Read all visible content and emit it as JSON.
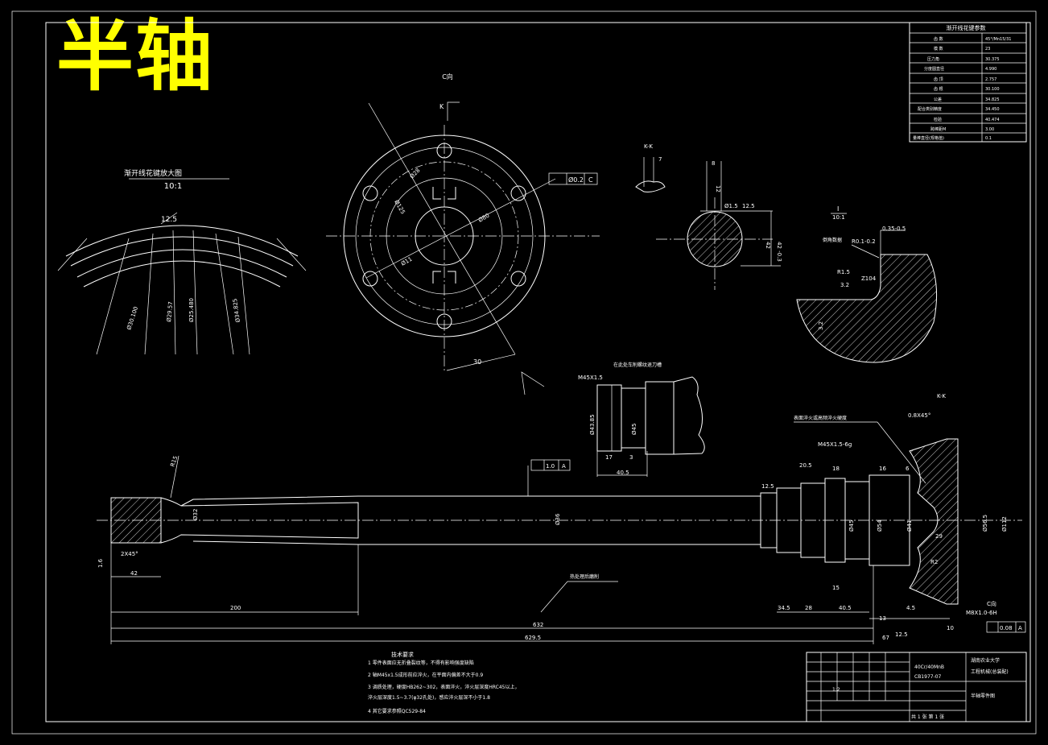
{
  "title": "半轴",
  "colors": {
    "background": "#000000",
    "lines": "#ffffff",
    "title": "#ffff00"
  },
  "views": {
    "spline_detail": {
      "title": "渐开线花键放大图",
      "scale": "10:1",
      "dim_top": "12.5",
      "dims": [
        "Ø30.100",
        "Ø29.57",
        "Ø25.480",
        "Ø34.825"
      ]
    },
    "flange_view": {
      "title": "C向",
      "label_k": "K",
      "tol": "Ø0.2",
      "tol_ref": "C",
      "dims": [
        "Ø28",
        "Ø125",
        "Ø80",
        "Ø11"
      ],
      "angle": "30"
    },
    "section_kk": {
      "title": "K-K",
      "dim": "7"
    },
    "key_section": {
      "dims": [
        "8",
        "12",
        "Ø1.5",
        "12.5",
        "42",
        "42 -0.3"
      ]
    },
    "detail_i": {
      "label": "I",
      "scale": "10:1",
      "dims": [
        "0.35-0.5",
        "R0.1-0.2",
        "R1.5",
        "3.2",
        "Z104",
        "3.2"
      ],
      "note": "倒角数据"
    },
    "thread_detail": {
      "label": "M45X1.5",
      "note": "在此处车削螺纹退刀槽",
      "dims": [
        "Ø45",
        "17",
        "3",
        "40.5",
        "Ø43.85"
      ]
    },
    "main": {
      "section_label": "K-K",
      "dims": [
        "R15",
        "1.6",
        "2X45°",
        "42",
        "200",
        "632",
        "629.5",
        "Ø32",
        "Ø36",
        "12.5",
        "20.5",
        "18",
        "16",
        "6",
        "40.5",
        "15",
        "28",
        "34.5",
        "4.5",
        "13",
        "67",
        "Ø56.5",
        "Ø112",
        "Ø54",
        "Ø45",
        "Ø41",
        "R2",
        "29",
        "12.5",
        "10"
      ],
      "gtol1": "1.0",
      "gtol1_ref": "A",
      "gtol2": "0.08",
      "gtol2_ref": "A",
      "callout_a": "M45X1.5-6g",
      "callout_b": "表面淬火或高频淬火硬度",
      "callout_c": "热处理后磨削",
      "callout_d": "C向",
      "callout_e": "M8X1.0-6H",
      "callout_f": "0.8X45°"
    }
  },
  "tech_req": {
    "heading": "技术要求",
    "items": [
      "1  零件表面应无折叠裂纹等，不得有影响强度缺陷",
      "2  轴M45x1.5成形前应淬火，在平面内偏差不大于0.9",
      "3  调质处理，硬度HB262~302，表面淬火，淬火层深度HRC45以上，",
      "    淬火层深度1.5~3.7(φ32孔处)，感应淬火层深不小于1.8",
      "4  其它要求参照QC529-84"
    ]
  },
  "spec_table": {
    "title": "渐开线花键参数",
    "rows": [
      [
        "齿  数",
        "45°/Mn15/31"
      ],
      [
        "模  数",
        "23"
      ],
      [
        "压力角",
        "30.375"
      ],
      [
        "分度圆直径",
        "4.990"
      ],
      [
        "齿  顶",
        "2.757"
      ],
      [
        "齿  根",
        "30.100"
      ],
      [
        "公差",
        "34.825"
      ],
      [
        "配合类别精度",
        "34.450"
      ],
      [
        "检验",
        "40.474"
      ],
      [
        "跨棒距M",
        "3.00"
      ],
      [
        "量棒直径(规格值)",
        "0.1"
      ]
    ]
  },
  "title_block": {
    "school": "湖南农业大学",
    "name": "工程机械(总装配)",
    "drawing_no": "CB1977-07",
    "mat": "40Cr/40MnB",
    "note": "半轴零件图",
    "scale": "1:2",
    "sheet": "共 1 张 第 1 张"
  }
}
